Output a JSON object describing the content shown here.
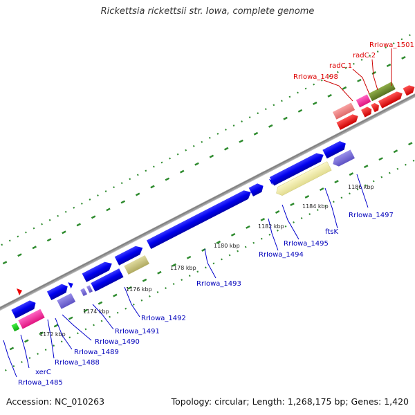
{
  "title": "Rickettsia rickettsii str. Iowa, complete genome",
  "footer": {
    "accession": "Accession: NC_010263",
    "summary": "Topology: circular; Length: 1,268,175 bp; Genes: 1,420"
  },
  "colors": {
    "forward": "#0000ee",
    "reverse": "#7b6fd6",
    "hypothetical": "#cfc97e",
    "highlight_red": "#ff0000",
    "pink": "#ff3399",
    "salmon": "#f08080",
    "olive": "#6b8e23",
    "label_blue": "#0000bb",
    "label_red": "#dd0000",
    "tick_green": "#2e8b2e"
  },
  "ticks": [
    "1172 kbp",
    "1174 kbp",
    "1176 kbp",
    "1178 kbp",
    "1180 kbp",
    "1182 kbp",
    "1184 kbp",
    "1186 kbp"
  ],
  "gene_labels": [
    {
      "name": "RrIowa_1485",
      "color": "blue"
    },
    {
      "name": "xerC",
      "color": "blue"
    },
    {
      "name": "RrIowa_1488",
      "color": "blue"
    },
    {
      "name": "RrIowa_1489",
      "color": "blue"
    },
    {
      "name": "RrIowa_1490",
      "color": "blue"
    },
    {
      "name": "RrIowa_1491",
      "color": "blue"
    },
    {
      "name": "RrIowa_1492",
      "color": "blue"
    },
    {
      "name": "RrIowa_1493",
      "color": "blue"
    },
    {
      "name": "RrIowa_1494",
      "color": "blue"
    },
    {
      "name": "RrIowa_1495",
      "color": "blue"
    },
    {
      "name": "ftsK",
      "color": "blue"
    },
    {
      "name": "RrIowa_1497",
      "color": "blue"
    },
    {
      "name": "RrIowa_1498",
      "color": "red"
    },
    {
      "name": "radC.1",
      "color": "red"
    },
    {
      "name": "radC.2",
      "color": "red"
    },
    {
      "name": "RrIowa_1501",
      "color": "red"
    }
  ]
}
